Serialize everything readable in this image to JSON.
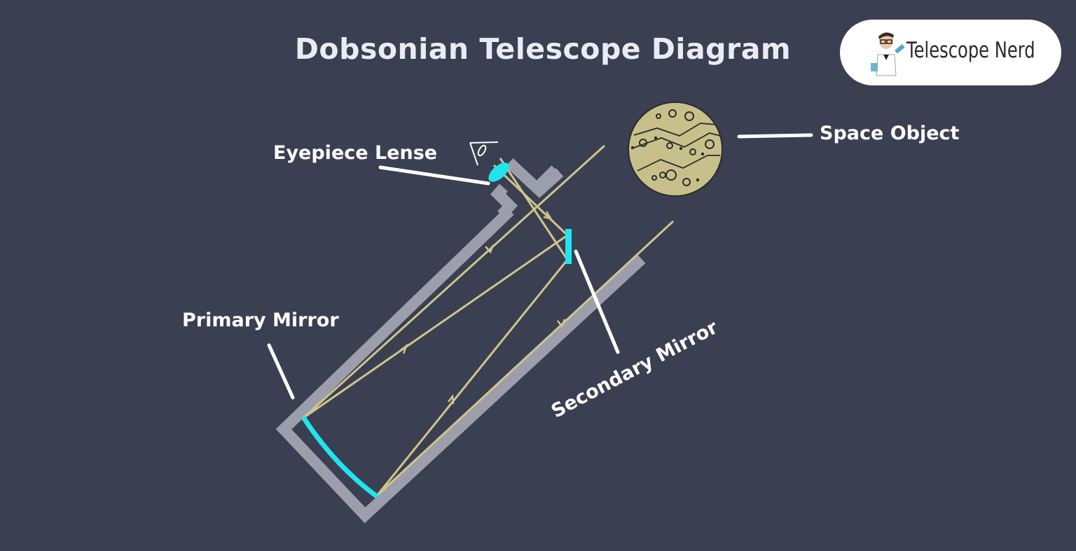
{
  "title": "Dobsonian Telescope Diagram",
  "logo": {
    "text": "Telescope Nerd"
  },
  "labels": {
    "eyepiece": "Eyepiece Lense",
    "primary_mirror": "Primary Mirror",
    "secondary_mirror": "Secondary Mirror",
    "space_object": "Space Object"
  },
  "colors": {
    "background": "#3a3f51",
    "tube": "#9c9fab",
    "light_ray": "#cfc58c",
    "mirror": "#20e4ee",
    "planet": "#c8c08a",
    "text": "#ffffff"
  },
  "icons": [
    "eye-icon",
    "telescope-nerd-mascot-icon"
  ]
}
